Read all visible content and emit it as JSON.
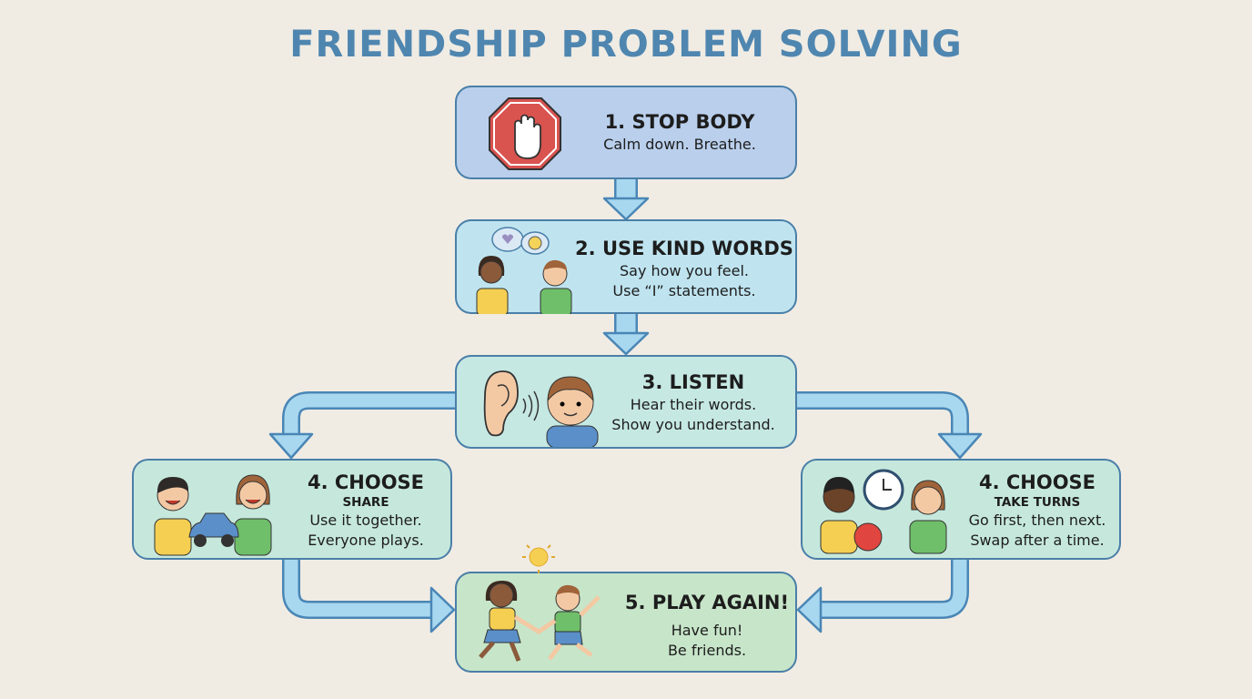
{
  "title": "FRIENDSHIP PROBLEM SOLVING",
  "colors": {
    "background": "#f0ece4",
    "title": "#4f86b0",
    "border": "#4a7fa8",
    "arrow_fill": "#a8d8f0",
    "step1": "#b9cfec",
    "step2": "#bfe4f0",
    "step3": "#c6e8e3",
    "step4": "#c6e8dc",
    "step5": "#c7e5c9"
  },
  "steps": [
    {
      "title": "1. STOP BODY",
      "lines": [
        "Calm down. Breathe."
      ],
      "icon": "stop-hand-icon"
    },
    {
      "title": "2. USE KIND WORDS",
      "lines": [
        "Say how you feel.",
        "Use “I” statements."
      ],
      "icon": "kids-talking-icon"
    },
    {
      "title": "3. LISTEN",
      "lines": [
        "Hear their words.",
        "Show you understand."
      ],
      "icon": "ear-listening-icon"
    },
    {
      "title": "4. CHOOSE",
      "subtitle": "SHARE",
      "lines": [
        "Use it together.",
        "Everyone plays."
      ],
      "icon": "kids-sharing-car-icon"
    },
    {
      "title": "4. CHOOSE",
      "subtitle": "TAKE TURNS",
      "lines": [
        "Go first, then next.",
        "Swap after a time."
      ],
      "icon": "kids-taking-turns-clock-icon"
    },
    {
      "title": "5. PLAY AGAIN!",
      "lines": [
        "Have fun!",
        "Be friends."
      ],
      "icon": "kids-playing-sun-icon"
    }
  ]
}
